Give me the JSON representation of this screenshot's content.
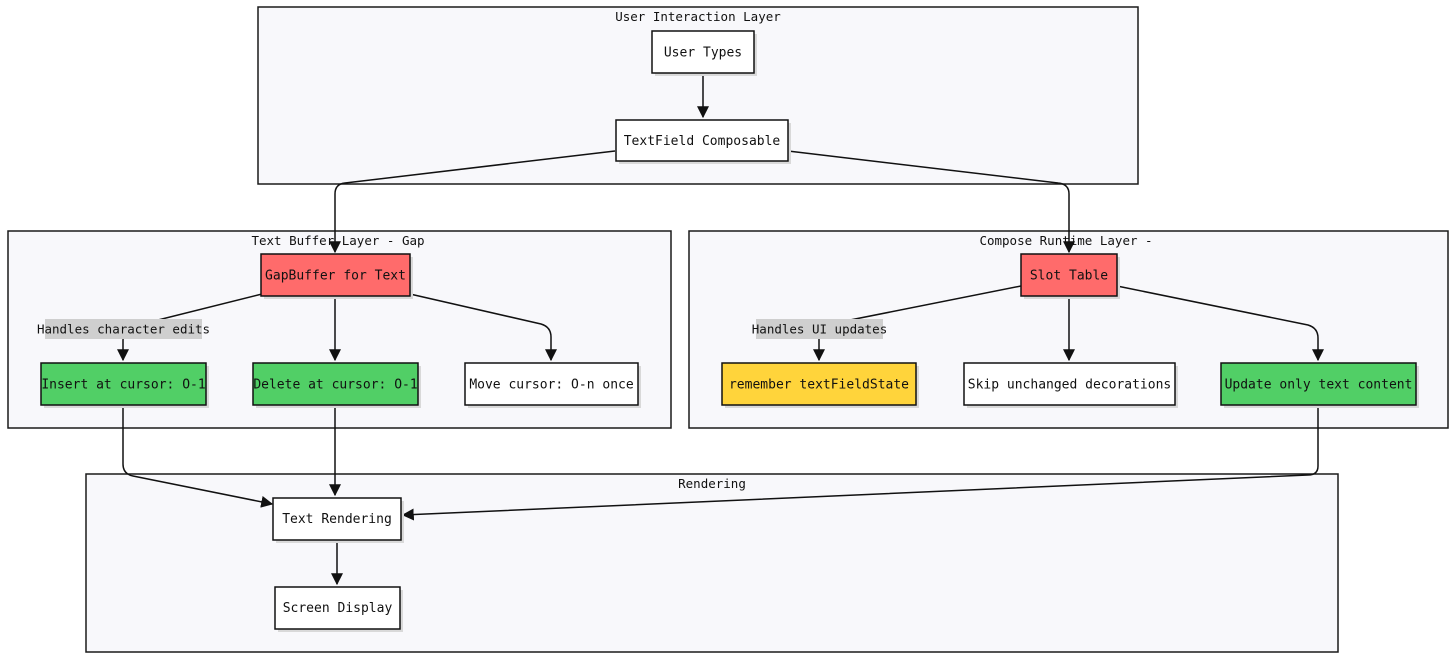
{
  "colors": {
    "cluster_fill": "#f8f8fb",
    "default_node": "#ffffff",
    "red_node": "#ff6b6b",
    "green_node": "#51cf66",
    "yellow_node": "#ffd43b",
    "edge_label_bg": "#cfcfcf"
  },
  "clusters": {
    "user_interaction": {
      "title": "User Interaction Layer"
    },
    "text_buffer": {
      "title": "Text Buffer Layer - Gap"
    },
    "compose_runtime": {
      "title": "Compose Runtime Layer -"
    },
    "rendering": {
      "title": "Rendering"
    }
  },
  "nodes": {
    "user_types": {
      "label": "User Types",
      "color": "default"
    },
    "textfield": {
      "label": "TextField Composable",
      "color": "default"
    },
    "gapbuffer": {
      "label": "GapBuffer for Text",
      "color": "red"
    },
    "insert": {
      "label": "Insert at cursor: O-1",
      "color": "green"
    },
    "delete": {
      "label": "Delete at cursor: O-1",
      "color": "green"
    },
    "move": {
      "label": "Move cursor: O-n once",
      "color": "default"
    },
    "slot_table": {
      "label": "Slot Table",
      "color": "red"
    },
    "remember": {
      "label": "remember textFieldState",
      "color": "yellow"
    },
    "skip": {
      "label": "Skip unchanged decorations",
      "color": "default"
    },
    "update": {
      "label": "Update only text content",
      "color": "green"
    },
    "text_rendering": {
      "label": "Text Rendering",
      "color": "default"
    },
    "screen_display": {
      "label": "Screen Display",
      "color": "default"
    }
  },
  "edge_labels": {
    "handles_char_edits": "Handles character edits",
    "handles_ui_updates": "Handles UI updates"
  }
}
